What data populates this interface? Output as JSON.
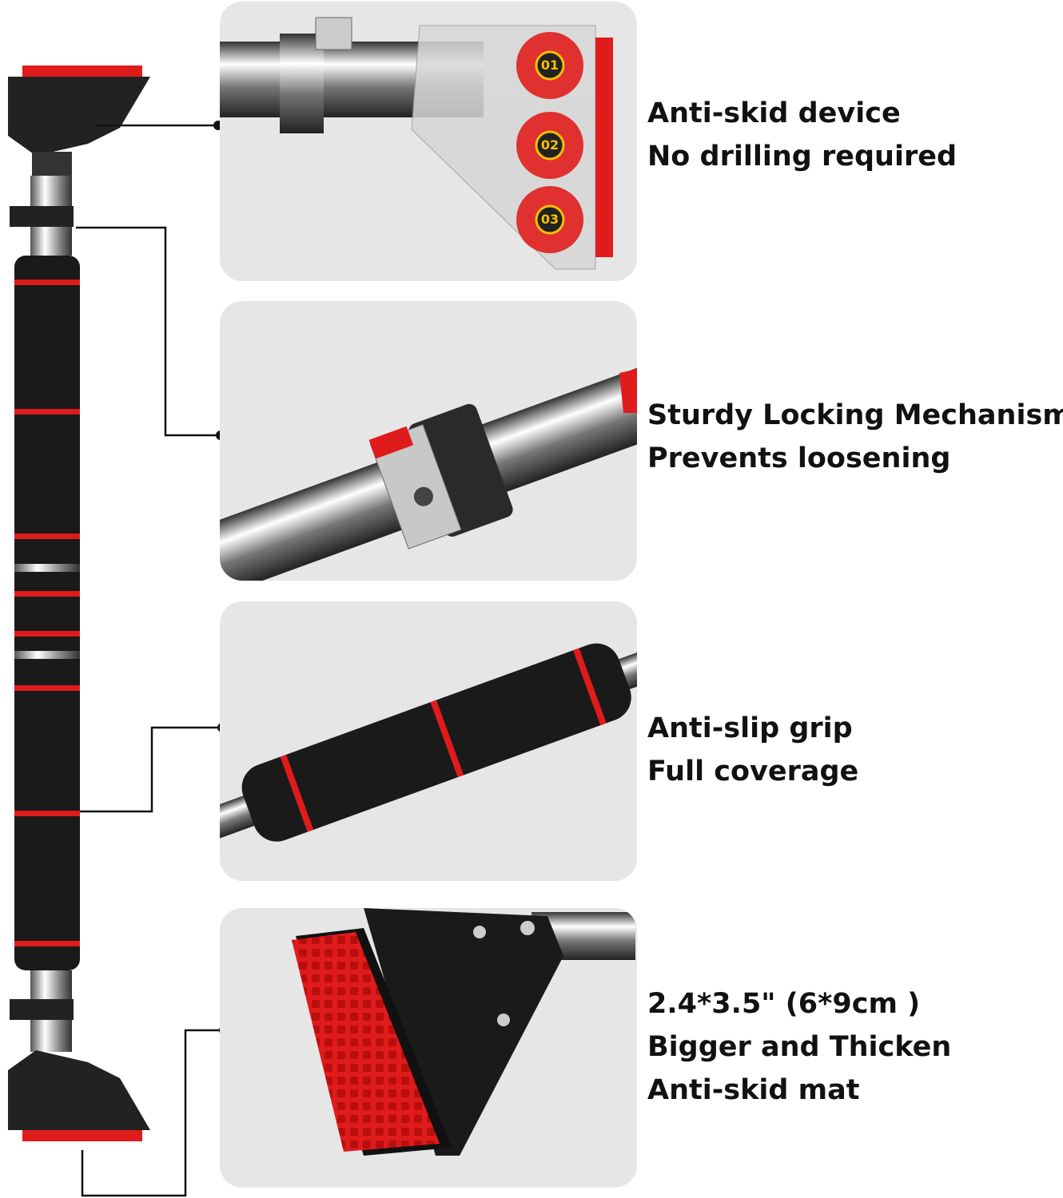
{
  "features": [
    {
      "lines": [
        "Anti-skid device",
        "No drilling required"
      ],
      "badges": [
        "01",
        "02",
        "03"
      ]
    },
    {
      "lines": [
        "Sturdy Locking Mechanism",
        "Prevents loosening"
      ]
    },
    {
      "lines": [
        "Anti-slip grip",
        "Full coverage"
      ]
    },
    {
      "lines": [
        "2.4*3.5\" (6*9cm )",
        "Bigger and Thicken",
        "Anti-skid mat"
      ]
    }
  ],
  "colors": {
    "accent": "#e01b1b",
    "foam": "#1a1a1a",
    "panel": "#e6e6e6"
  }
}
